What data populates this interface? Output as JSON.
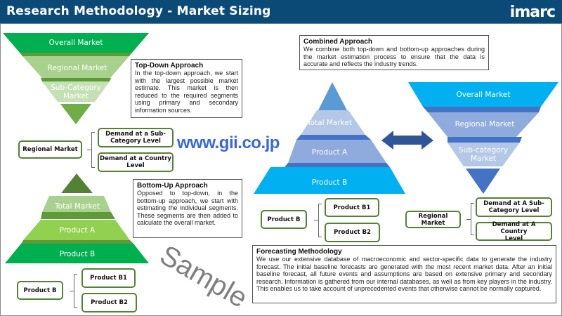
{
  "header": {
    "title": "Research Methodology - Market Sizing",
    "logo": "imarc"
  },
  "top_down": {
    "levels": [
      "Overall Market",
      "Regional Market",
      "Sub-Category Market"
    ],
    "box_title": "Top-Down Approach",
    "box_text": "In the top-down approach, we start with the largest possible market estimate. This market is then reduced to the required segments using primary and secondary information sources.",
    "regional": "Regional Market",
    "demand1": "Demand at a Sub-Category Level",
    "demand2": "Demand at a Country Level"
  },
  "bottom_up": {
    "levels": [
      "Total Market",
      "Product A",
      "Product B"
    ],
    "box_title": "Bottom-Up Approach",
    "box_text": "Opposed to top-down, in the bottom-up approach, we start with estimating the individual segments. These segments are then added to calculate the overall market.",
    "product": "Product B",
    "sub1": "Product B1",
    "sub2": "Product B2"
  },
  "combined": {
    "box_title": "Combined Approach",
    "box_text": "We combine both top-down and bottom-up approaches during the market estimation process to ensure that the data is accurate and reflects the industry trends.",
    "pyramid": [
      "Total Market",
      "Product A",
      "Product B"
    ],
    "funnel": [
      "Overall Market",
      "Regional Market",
      "Sub-category Market"
    ],
    "product": "Product B",
    "sub1": "Product B1",
    "sub2": "Product B2",
    "regional": "Regional Market",
    "demand1": "Demand at A Sub-Category Level",
    "demand2": "Demand at A Country Level"
  },
  "forecasting": {
    "title": "Forecasting Methodology",
    "text": "We use our extensive database of macroeconomic and sector-specific data to generate the industry forecast. The initial baseline forecasts are generated with the most recent market data. After an initial baseline forecast, all future events and assumptions are based on extensive primary and secondary research. Information is gathered from our internal databases, as well as from key players in the industry. This enables us to take account of unprecedented events that otherwise cannot be normally captured."
  },
  "watermark": {
    "sample": "Sample",
    "site": "www.gii.co.jp"
  },
  "colors": {
    "header": "#0b4a76",
    "green_border": "#548235",
    "watermark_blue": "#3a67e0"
  }
}
